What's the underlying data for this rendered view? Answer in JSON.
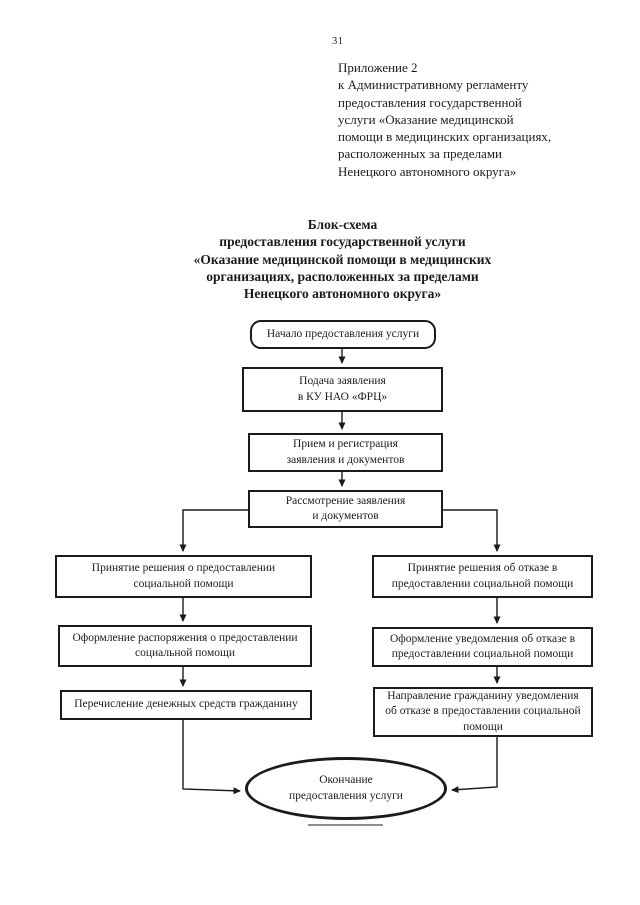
{
  "page": {
    "number": "31",
    "appendix_header": "Приложение 2\nк Административному регламенту\nпредоставления государственной\nуслуги «Оказание медицинской\nпомощи в медицинских организациях,\nрасположенных за пределами\nНенецкого автономного округа»",
    "title": "Блок-схема\nпредоставления государственной услуги\n«Оказание медицинской помощи в медицинских\nорганизациях, расположенных за пределами\nНенецкого автономного округа»"
  },
  "flowchart": {
    "nodes": [
      {
        "id": "start",
        "type": "terminator",
        "label": "Начало предоставления услуги"
      },
      {
        "id": "submission",
        "type": "process",
        "label": "Подача заявления\nв КУ НАО «ФРЦ»"
      },
      {
        "id": "registration",
        "type": "process",
        "label": "Прием и регистрация\nзаявления и документов"
      },
      {
        "id": "review",
        "type": "process",
        "label": "Рассмотрение заявления\nи документов"
      },
      {
        "id": "approve-decision",
        "type": "process",
        "label": "Принятие решения о предоставлении\nсоциальной помощи"
      },
      {
        "id": "approve-order",
        "type": "process",
        "label": "Оформление распоряжения о предоставлении\nсоциальной помощи"
      },
      {
        "id": "transfer-funds",
        "type": "process",
        "label": "Перечисление денежных средств гражданину"
      },
      {
        "id": "refuse-decision",
        "type": "process",
        "label": "Принятие решения об отказе в\nпредоставлении социальной помощи"
      },
      {
        "id": "refusal-notice",
        "type": "process",
        "label": "Оформление уведомления об отказе в\nпредоставлении социальной помощи"
      },
      {
        "id": "send-notice",
        "type": "process",
        "label": "Направление гражданину уведомления\nоб отказе в предоставлении социальной\nпомощи"
      },
      {
        "id": "end",
        "type": "terminator-ellipse",
        "label": "Окончание\nпредоставления услуги"
      }
    ],
    "edges": [
      {
        "from": "start",
        "to": "submission"
      },
      {
        "from": "submission",
        "to": "registration"
      },
      {
        "from": "registration",
        "to": "review"
      },
      {
        "from": "review",
        "to": "approve-decision"
      },
      {
        "from": "review",
        "to": "refuse-decision"
      },
      {
        "from": "approve-decision",
        "to": "approve-order"
      },
      {
        "from": "approve-order",
        "to": "transfer-funds"
      },
      {
        "from": "transfer-funds",
        "to": "end"
      },
      {
        "from": "refuse-decision",
        "to": "refusal-notice"
      },
      {
        "from": "refusal-notice",
        "to": "send-notice"
      },
      {
        "from": "send-notice",
        "to": "end"
      }
    ]
  },
  "colors": {
    "ink": "#1b1b1b",
    "page_background": "#ffffff",
    "divider_gray": "#8f8f8f"
  }
}
